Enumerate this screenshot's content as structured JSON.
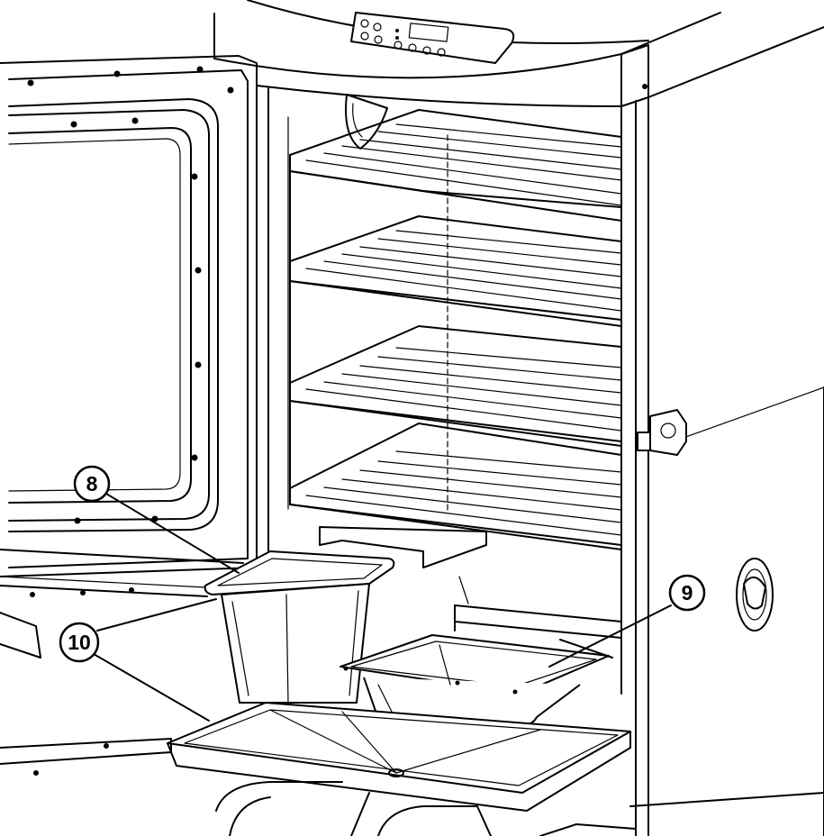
{
  "diagram": {
    "callouts": [
      {
        "id": "callout-8",
        "label": "8"
      },
      {
        "id": "callout-9",
        "label": "9"
      },
      {
        "id": "callout-10",
        "label": "10"
      }
    ]
  }
}
